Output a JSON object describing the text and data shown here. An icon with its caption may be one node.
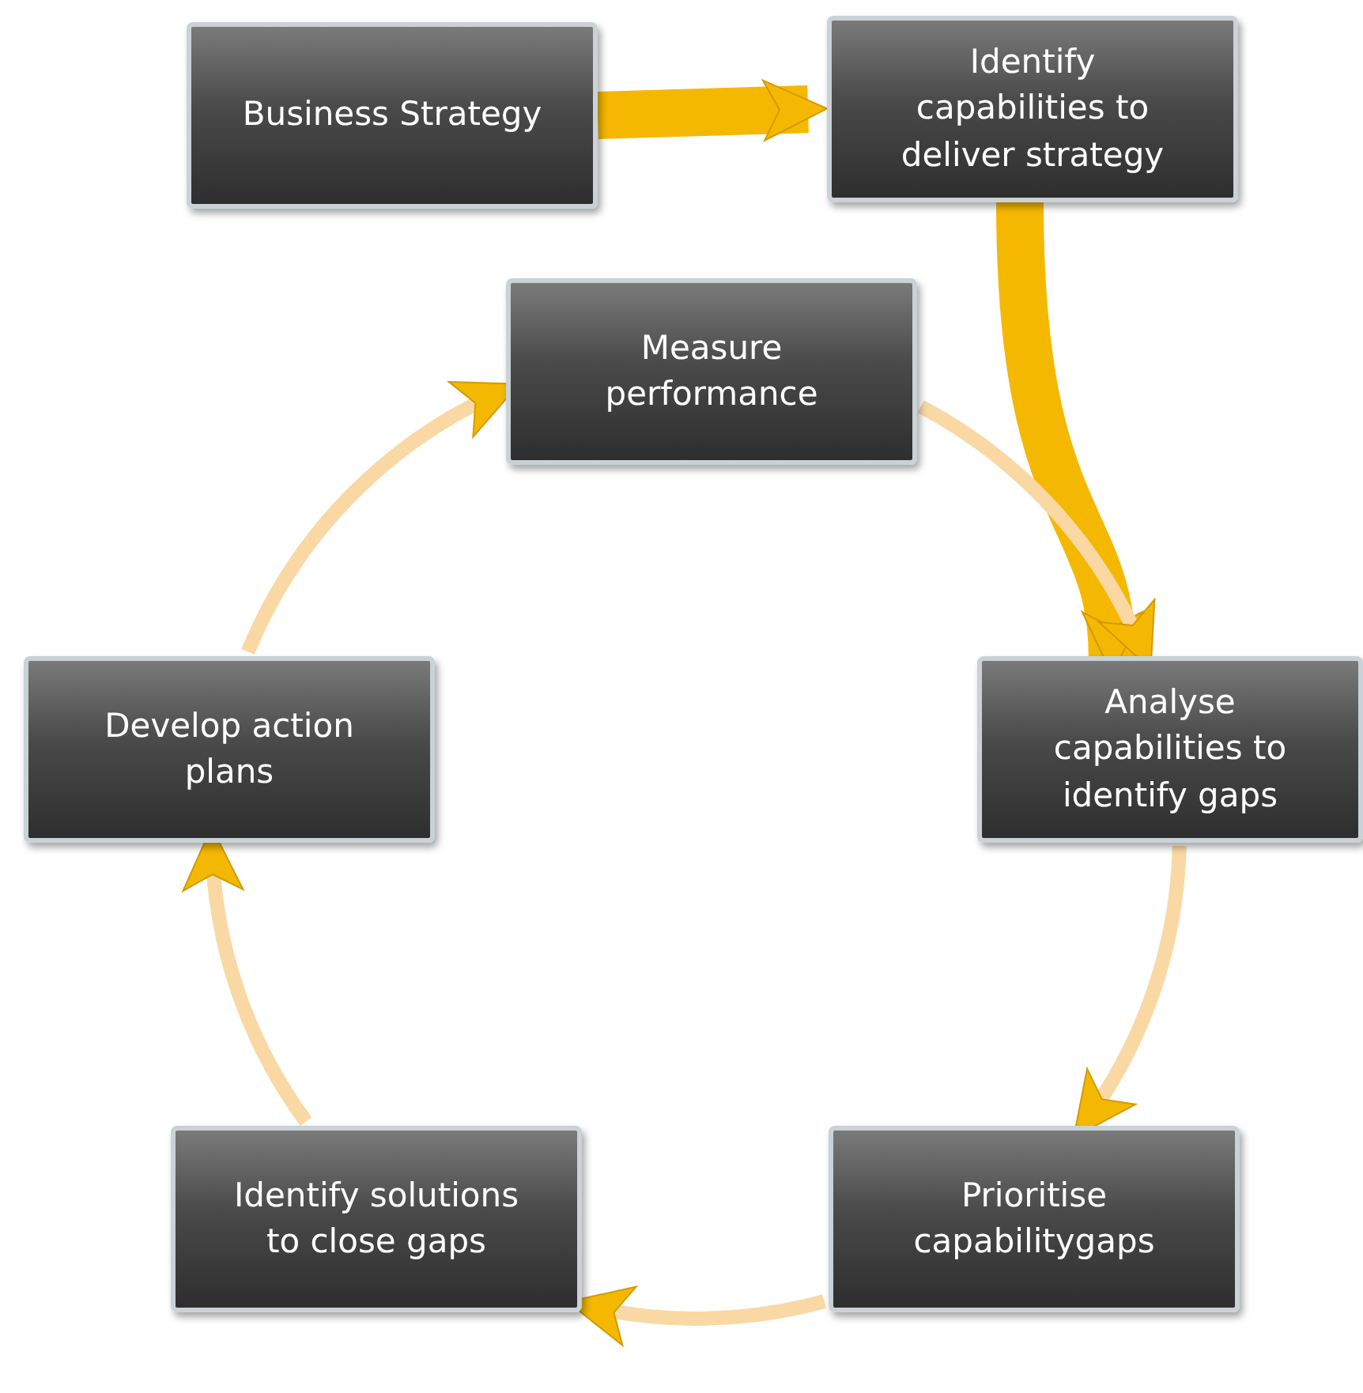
{
  "diagram": {
    "nodes": [
      {
        "text": [
          "Business Strategy"
        ]
      },
      {
        "text": [
          "Identify capabilities to deliver strategy"
        ]
      },
      {
        "text": [
          "Measure performance"
        ]
      },
      {
        "text": [
          "Analyse capabilities to identify gaps"
        ]
      },
      {
        "text": [
          "Prioritise capabilitygaps"
        ]
      },
      {
        "text": [
          "Identify solutions to close gaps"
        ]
      },
      {
        "text": [
          "Develop action plans"
        ]
      }
    ],
    "edges": [
      {
        "from": 0,
        "to": 1,
        "arrow": "to",
        "style": "thick",
        "color": "#f5b800"
      },
      {
        "from": 1,
        "to": 3,
        "arrow": "to",
        "style": "thick",
        "color": "#f5b800"
      },
      {
        "from": 2,
        "to": 3,
        "arrow": "to"
      },
      {
        "from": 3,
        "to": 4,
        "arrow": "to"
      },
      {
        "from": 4,
        "to": 5,
        "arrow": "to"
      },
      {
        "from": 5,
        "to": 6,
        "arrow": "to"
      },
      {
        "from": 6,
        "to": 2,
        "arrow": "to"
      }
    ]
  }
}
